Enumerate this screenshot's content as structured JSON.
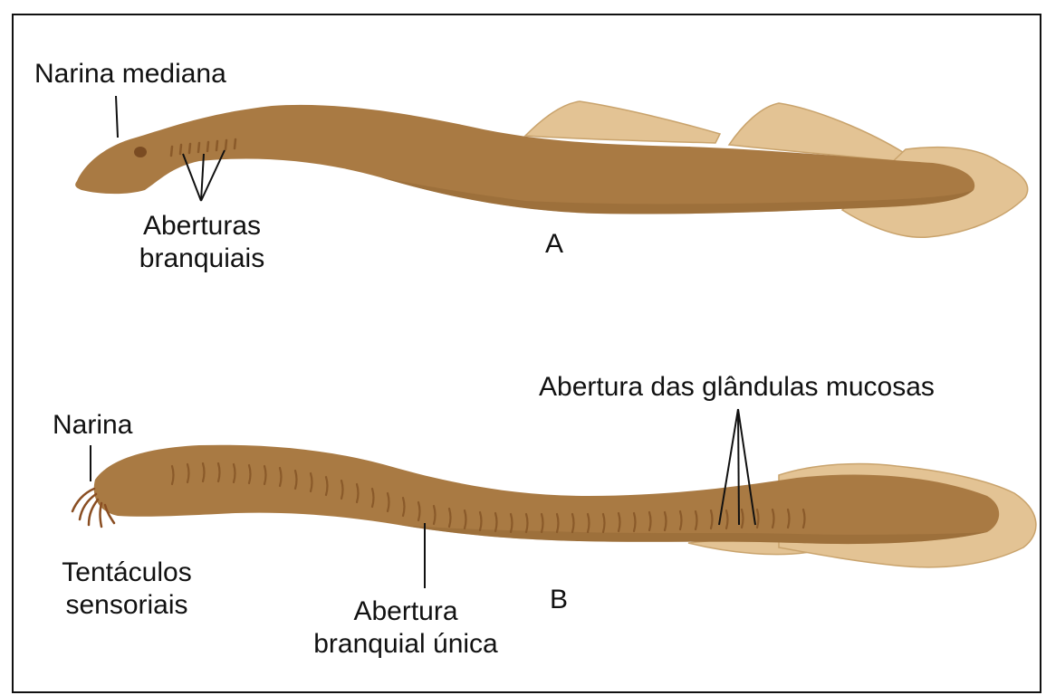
{
  "colors": {
    "body": "#A97A43",
    "body_dark": "#8F6432",
    "fin": "#E3C394",
    "fin_stroke": "#C9A36C",
    "pore": "#8A5A2A",
    "tentacle": "#8A4E22",
    "line": "#111111"
  },
  "labels": {
    "narina_mediana": "Narina mediana",
    "aberturas_branquiais_1": "Aberturas",
    "aberturas_branquiais_2": "branquiais",
    "letter_a": "A",
    "abertura_glandulas": "Abertura das glândulas mucosas",
    "narina": "Narina",
    "tentaculos_1": "Tentáculos",
    "tentaculos_2": "sensoriais",
    "abertura_branquial_1": "Abertura",
    "abertura_branquial_2": "branquial única",
    "letter_b": "B"
  }
}
